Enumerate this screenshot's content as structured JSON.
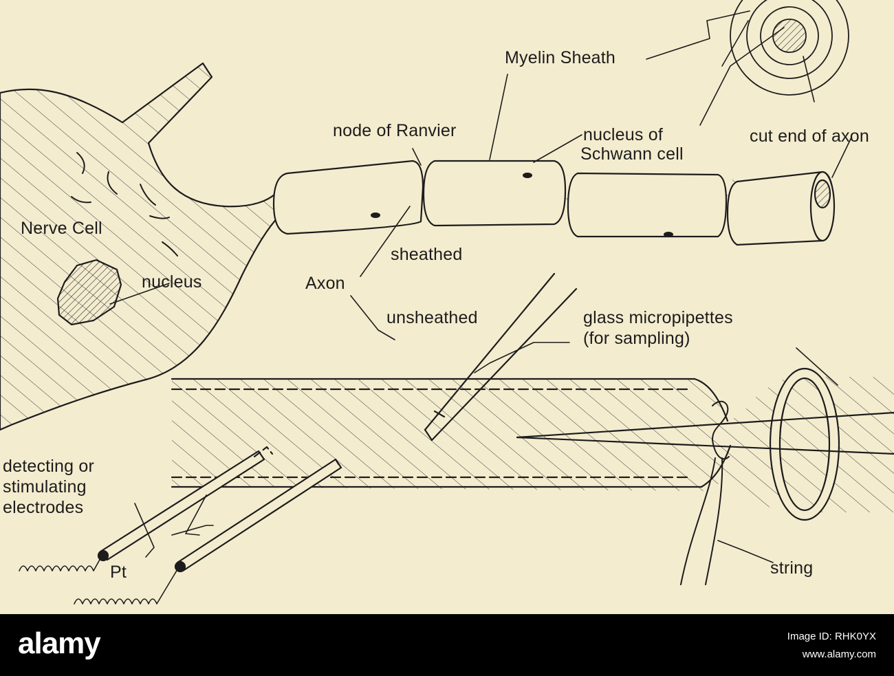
{
  "labels": {
    "myelin_sheath": "Myelin Sheath",
    "node_of_ranvier": "node of Ranvier",
    "nucleus_of": "nucleus of",
    "schwann_cell": "Schwann cell",
    "cut_end_of_axon": "cut end of axon",
    "nerve_cell": "Nerve Cell",
    "sheathed": "sheathed",
    "nucleus": "nucleus",
    "axon": "Axon",
    "unsheathed": "unsheathed",
    "glass_micropipettes": "glass micropipettes",
    "for_sampling": "(for sampling)",
    "detecting_or": "detecting or",
    "stimulating": "stimulating",
    "electrodes": "electrodes",
    "pt": "Pt",
    "string": "string"
  },
  "watermark": {
    "brand": "alamy",
    "image_id_label": "Image ID: RHK0YX",
    "site": "www.alamy.com"
  },
  "colors": {
    "paper": "#f4eccf",
    "ink": "#1c1c1c",
    "bar": "#000000"
  }
}
